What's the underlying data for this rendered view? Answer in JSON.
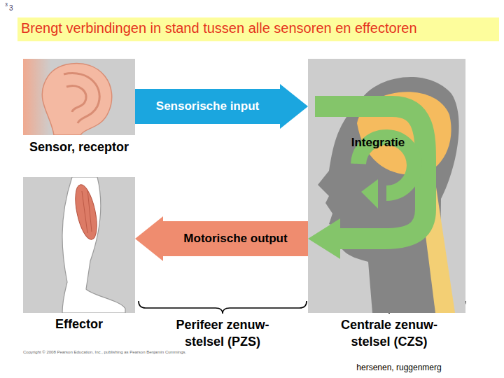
{
  "diagram": {
    "title": "Brengt verbindingen in stand tussen alle sensoren en effectoren",
    "nodes": [
      {
        "text": [
          "Sensor, receptor"
        ]
      },
      {
        "text": [
          "Integratie"
        ]
      },
      {
        "text": [
          "Effector"
        ]
      }
    ],
    "edges": [
      {
        "from": 0,
        "to": 1,
        "label": "Sensorische input",
        "arrow": "to"
      },
      {
        "from": 1,
        "to": 2,
        "label": "Motorische output",
        "arrow": "to"
      }
    ],
    "labels": [
      "3",
      "3",
      "Perifeer zenuw- stelsel (PZS)",
      "Centrale zenuw- stelsel (CZS)",
      "hersenen, ruggenmerg",
      "Copyright © 2008 Pearson Education, Inc., publishing as Pearson Benjamin Cummings."
    ]
  }
}
